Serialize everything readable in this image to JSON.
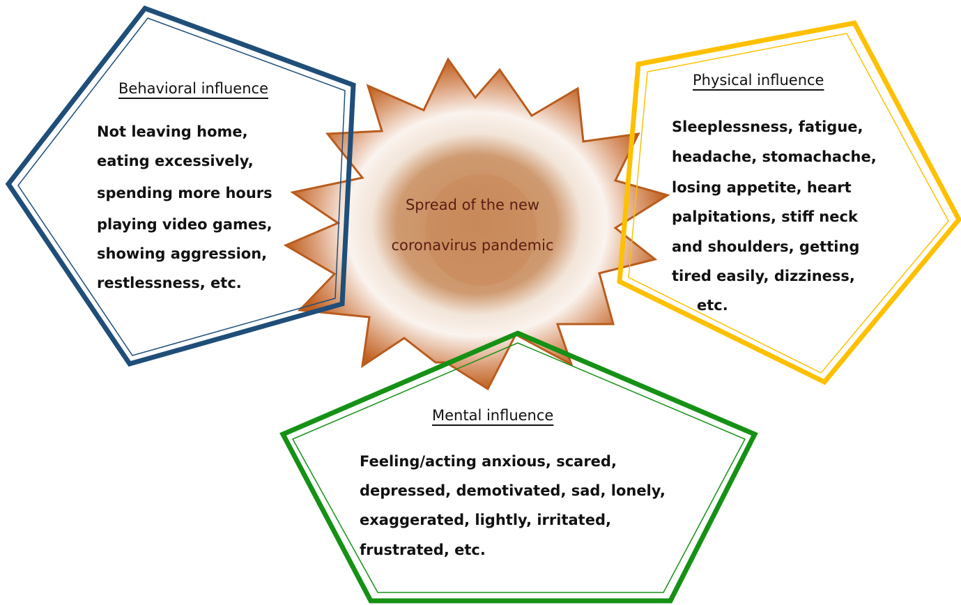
{
  "center": {
    "lines": [
      "Spread of the new",
      "coronavirus pandemic"
    ]
  },
  "behavioral": {
    "heading": "Behavioral influence",
    "lines": [
      "Not leaving home,",
      "eating excessively,",
      "spending more hours",
      "playing video games,",
      "showing aggression,",
      "restlessness, etc."
    ],
    "color": "#1f4e79"
  },
  "physical": {
    "heading": "Physical influence",
    "lines": [
      "Sleeplessness, fatigue,",
      "headache, stomachache,",
      "losing appetite, heart",
      "palpitations, stiff neck",
      "and shoulders, getting",
      "tired easily, dizziness,",
      "etc."
    ],
    "color": "#ffc000"
  },
  "mental": {
    "heading": "Mental influence",
    "lines": [
      "Feeling/acting anxious, scared,",
      "depressed, demotivated, sad, lonely,",
      "exaggerated, lightly, irritated,",
      "frustrated, etc."
    ],
    "color": "#159115"
  },
  "colors": {
    "sun_outline": "#b95c1d",
    "sun_core": "#c8895a",
    "sun_edge": "#c86a2a"
  }
}
